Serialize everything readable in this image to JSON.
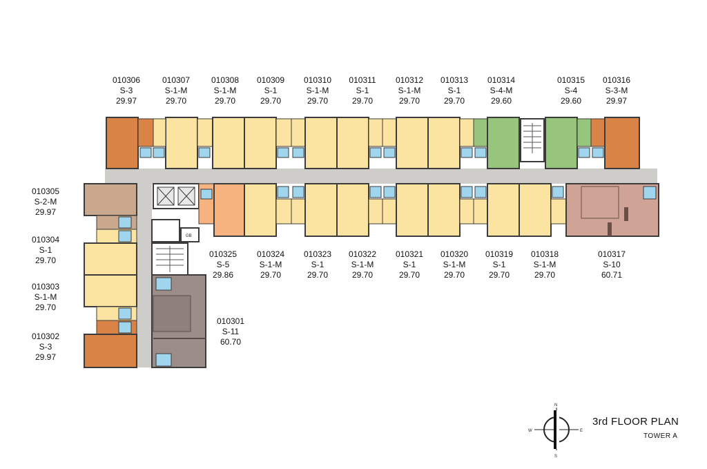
{
  "title": "3rd FLOOR PLAN",
  "subtitle": "TOWER A",
  "compass": {
    "n": "N",
    "s": "S",
    "e": "E",
    "w": "W"
  },
  "service_label": "GB",
  "colors": {
    "S-1": "#fbe3a1",
    "S-1-M": "#fbe3a1",
    "S-3": "#d98347",
    "S-3-M": "#d98347",
    "S-4": "#98c57c",
    "S-4-M": "#98c57c",
    "S-5": "#f6b27f",
    "S-2-M": "#c9a88d",
    "S-10": "#cfa497",
    "S-11": "#9c8d89",
    "corridor": "#cfcdca",
    "bath": "#9fd6ee",
    "wall": "#3b3b3b"
  },
  "units": {
    "u306": {
      "no": "010306",
      "type": "S-3",
      "area": "29.97"
    },
    "u307": {
      "no": "010307",
      "type": "S-1-M",
      "area": "29.70"
    },
    "u308": {
      "no": "010308",
      "type": "S-1-M",
      "area": "29.70"
    },
    "u309": {
      "no": "010309",
      "type": "S-1",
      "area": "29.70"
    },
    "u310": {
      "no": "010310",
      "type": "S-1-M",
      "area": "29.70"
    },
    "u311": {
      "no": "010311",
      "type": "S-1",
      "area": "29.70"
    },
    "u312": {
      "no": "010312",
      "type": "S-1-M",
      "area": "29.70"
    },
    "u313": {
      "no": "010313",
      "type": "S-1",
      "area": "29.70"
    },
    "u314": {
      "no": "010314",
      "type": "S-4-M",
      "area": "29.60"
    },
    "u315": {
      "no": "010315",
      "type": "S-4",
      "area": "29.60"
    },
    "u316": {
      "no": "010316",
      "type": "S-3-M",
      "area": "29.97"
    },
    "u305": {
      "no": "010305",
      "type": "S-2-M",
      "area": "29.97"
    },
    "u304": {
      "no": "010304",
      "type": "S-1",
      "area": "29.70"
    },
    "u303": {
      "no": "010303",
      "type": "S-1-M",
      "area": "29.70"
    },
    "u302": {
      "no": "010302",
      "type": "S-3",
      "area": "29.97"
    },
    "u325": {
      "no": "010325",
      "type": "S-5",
      "area": "29.86"
    },
    "u324": {
      "no": "010324",
      "type": "S-1-M",
      "area": "29.70"
    },
    "u323": {
      "no": "010323",
      "type": "S-1",
      "area": "29.70"
    },
    "u322": {
      "no": "010322",
      "type": "S-1-M",
      "area": "29.70"
    },
    "u321": {
      "no": "010321",
      "type": "S-1",
      "area": "29.70"
    },
    "u320": {
      "no": "010320",
      "type": "S-1-M",
      "area": "29.70"
    },
    "u319": {
      "no": "010319",
      "type": "S-1",
      "area": "29.70"
    },
    "u318": {
      "no": "010318",
      "type": "S-1-M",
      "area": "29.70"
    },
    "u317": {
      "no": "010317",
      "type": "S-10",
      "area": "60.71"
    },
    "u301": {
      "no": "010301",
      "type": "S-11",
      "area": "60.70"
    }
  }
}
